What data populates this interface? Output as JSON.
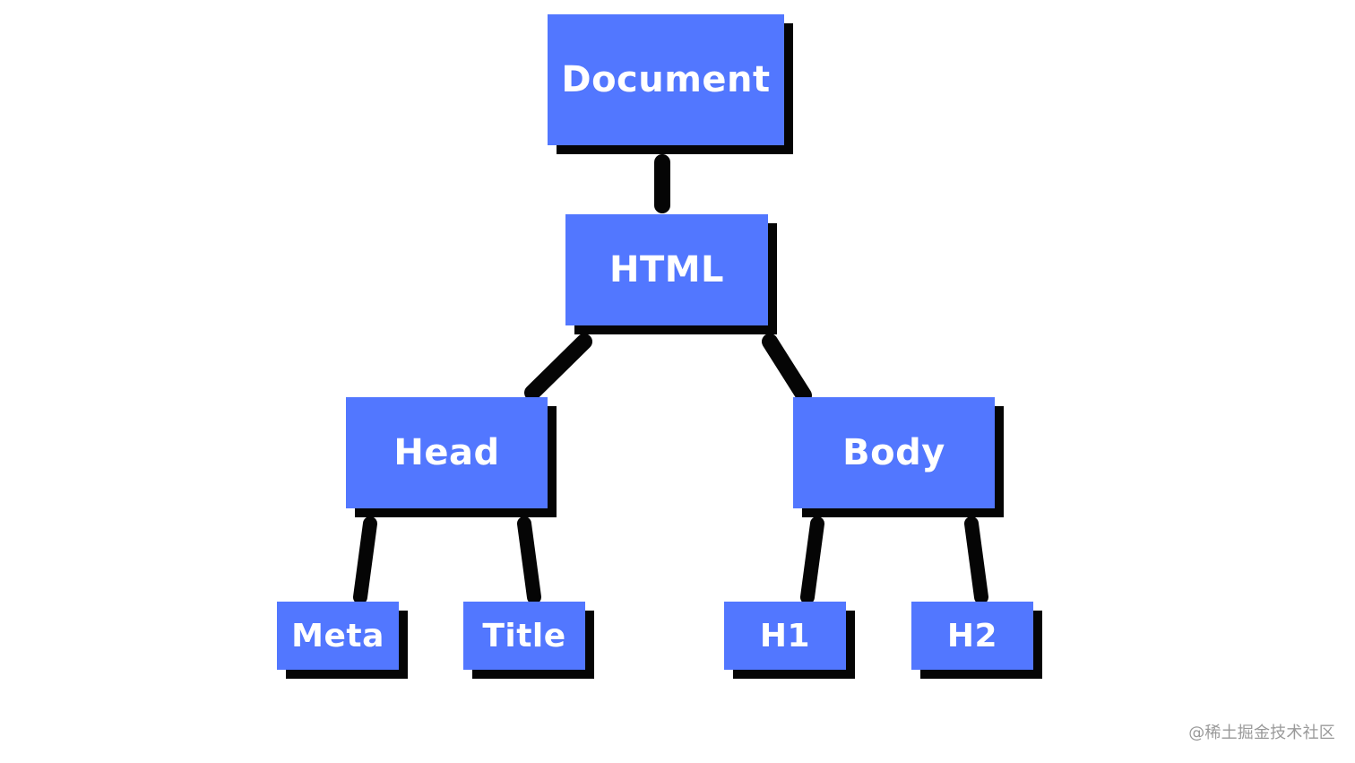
{
  "diagram": {
    "nodes": {
      "document": "Document",
      "html": "HTML",
      "head": "Head",
      "body": "Body",
      "meta": "Meta",
      "title": "Title",
      "h1": "H1",
      "h2": "H2"
    },
    "edges": [
      [
        "document",
        "html"
      ],
      [
        "html",
        "head"
      ],
      [
        "html",
        "body"
      ],
      [
        "head",
        "meta"
      ],
      [
        "head",
        "title"
      ],
      [
        "body",
        "h1"
      ],
      [
        "body",
        "h2"
      ]
    ]
  },
  "watermark": "@稀土掘金技术社区",
  "colors": {
    "node_fill": "#5277ff",
    "node_shadow": "#050505",
    "connector": "#050505",
    "background": "#ffffff"
  }
}
